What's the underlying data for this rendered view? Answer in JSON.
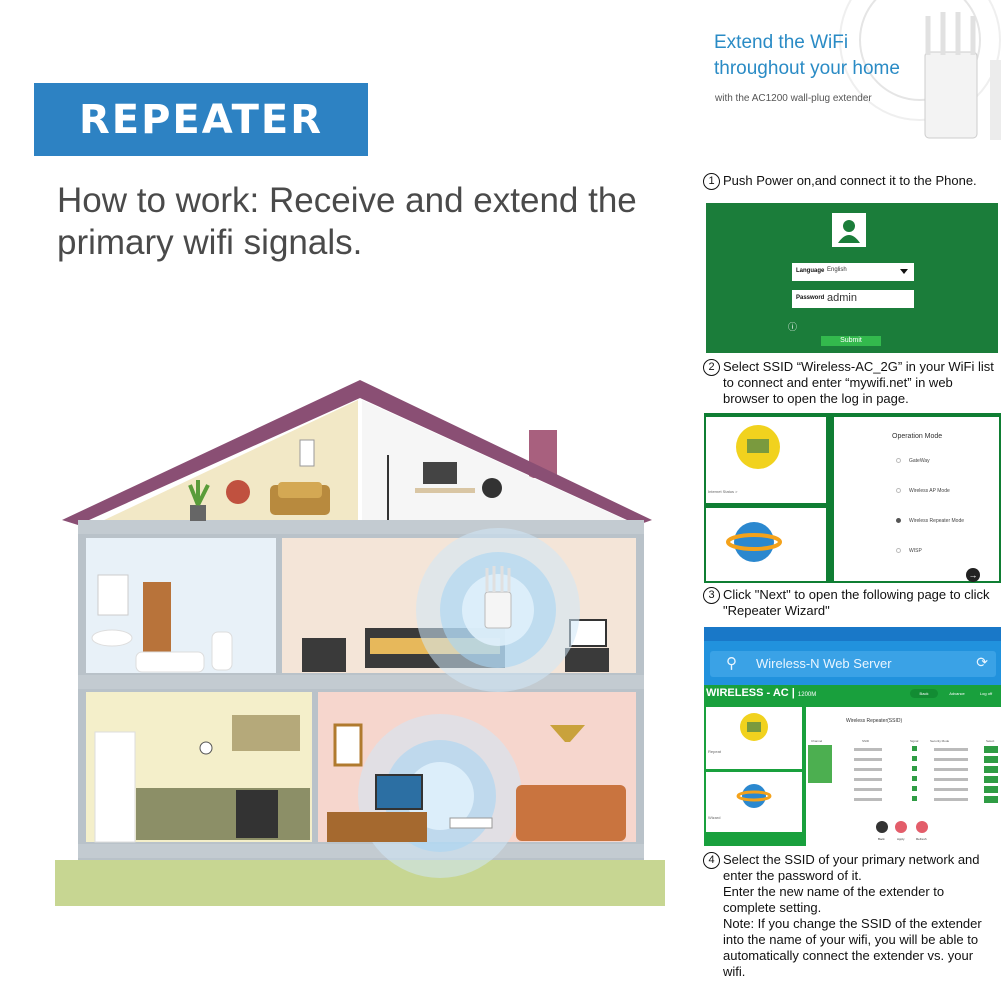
{
  "banner": {
    "title": "REPEATER"
  },
  "intro": {
    "text": "How to work: Receive and extend the primary wifi signals."
  },
  "product_ad": {
    "line1": "Extend the WiFi",
    "line2": "throughout your home",
    "line3": "with the AC1200 wall-plug extender"
  },
  "steps": [
    {
      "num": "1",
      "text": "Push Power on,and connect it to the Phone."
    },
    {
      "num": "2",
      "text": "Select SSID “Wireless-AC_2G” in your WiFi list to connect  and enter “mywifi.net” in web browser to open the log in page."
    },
    {
      "num": "3",
      "text": "Click  \"Next\"  to open the following page to click  \"Repeater Wizard\""
    },
    {
      "num": "4",
      "text": "Select the SSID of your primary network and enter the password of it.\nEnter the new name of the extender to complete setting.\nNote: If you change the SSID of the extender into the name of your wifi, you will be able to automatically connect the extender vs. your wifi."
    }
  ],
  "login_screen": {
    "language_label": "Language",
    "language_value": "English",
    "password_label": "Password",
    "password_value": "admin",
    "submit_label": "Submit"
  },
  "mode_screen": {
    "title": "Operation Mode",
    "options": [
      {
        "label": "GateWay",
        "selected": false
      },
      {
        "label": "Wireless AP Mode",
        "selected": false
      },
      {
        "label": "Wireless Repeater Mode",
        "selected": true
      },
      {
        "label": "WISP",
        "selected": false
      }
    ],
    "card_caption": "Internet Status  >"
  },
  "server_screen": {
    "search_text": "Wireless-N Web Server",
    "brand": "WIRELESS - AC",
    "brand_suffix": "1200M",
    "nav": [
      "Back",
      "Advance",
      "Log off"
    ],
    "table_title": "Wireless Repeater(SSID)",
    "table_headers": [
      "Channel",
      "SSID",
      "Signal",
      "Security Mode",
      "Select"
    ],
    "card1_caption": "Repeat",
    "card2_caption": "Wizard",
    "buttons": [
      "Back",
      "Apply",
      "Refresh"
    ]
  },
  "colors": {
    "banner_blue": "#2d82c3",
    "wizard_green": "#1b7d3a",
    "header_blue": "#2192dd"
  }
}
